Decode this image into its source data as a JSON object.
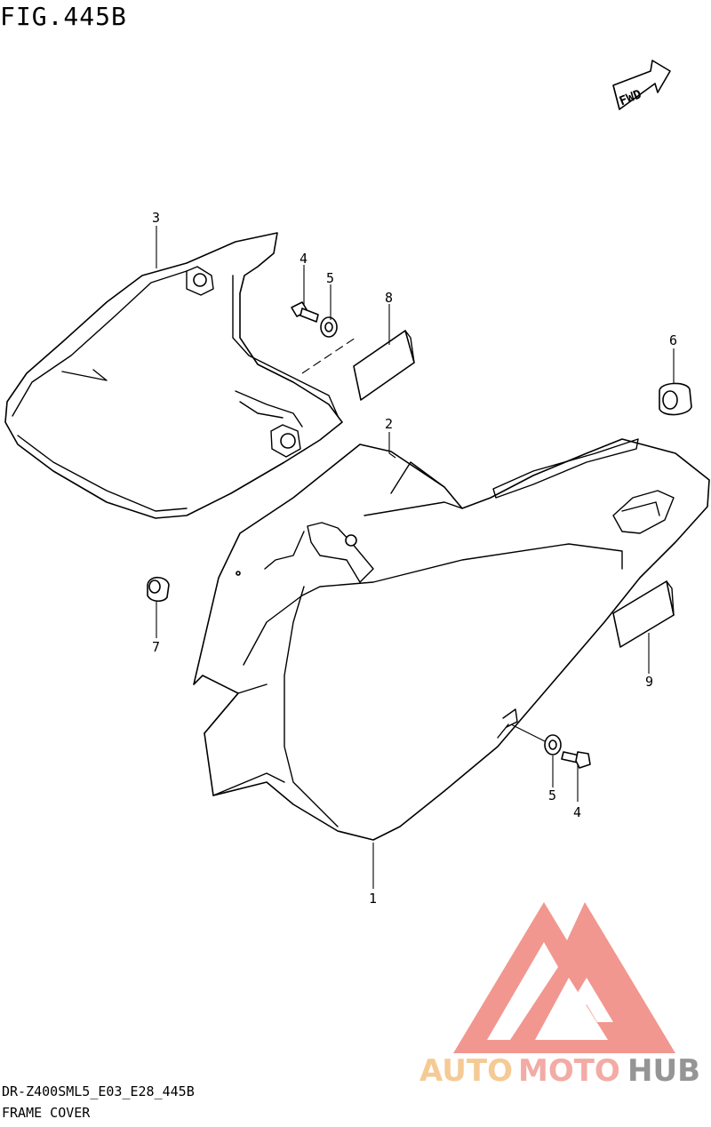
{
  "figure": {
    "title": "FIG.445B",
    "model_code": "DR-Z400SML5_E03_E28_445B",
    "caption": "FRAME COVER"
  },
  "direction_marker": {
    "label": "FWD"
  },
  "callouts": [
    {
      "number": "1"
    },
    {
      "number": "2"
    },
    {
      "number": "3"
    },
    {
      "number": "4"
    },
    {
      "number": "5"
    },
    {
      "number": "6"
    },
    {
      "number": "7"
    },
    {
      "number": "8"
    },
    {
      "number": "4"
    },
    {
      "number": "5"
    },
    {
      "number": "9"
    }
  ],
  "watermark": {
    "word_a": "AUTO",
    "word_b": "MOTO",
    "word_c": "HUB",
    "colors": {
      "auto": "#f5c58a",
      "moto": "#f2a39c",
      "hub": "#8a8a8a",
      "mark": "#f08c84"
    }
  }
}
